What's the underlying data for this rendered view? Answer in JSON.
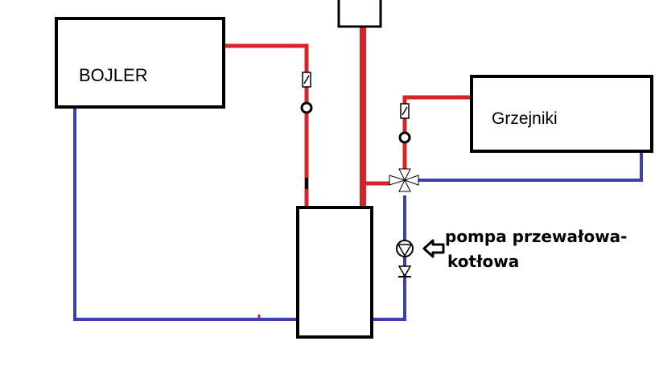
{
  "labels": {
    "boiler": "BOJLER",
    "radiators": "Grzejniki",
    "pump_line1": "pompa przewałowa-",
    "pump_line2": "kotłowa"
  },
  "colors": {
    "supply": "#d8232a",
    "return": "#3b3fb0",
    "outline": "#000000"
  }
}
